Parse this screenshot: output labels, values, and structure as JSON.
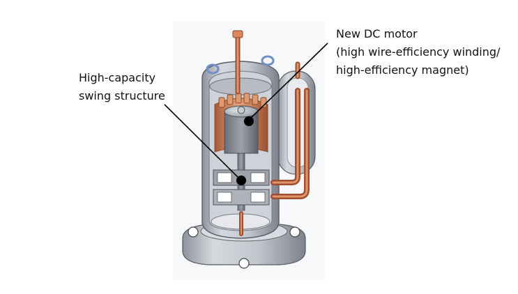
{
  "labels": {
    "motor": {
      "line1": "New DC motor",
      "line2": "(high wire-efficiency winding/",
      "line3": "high-efficiency magnet)"
    },
    "swing": {
      "line1": "High-capacity",
      "line2": "swing structure"
    }
  },
  "colors": {
    "shell": "#b9bcc4",
    "shell_dark": "#6f7380",
    "copper": "#c8774e",
    "copper_light": "#e8a57f",
    "leader": "#000000",
    "background_panel": "#f3f4f7"
  }
}
